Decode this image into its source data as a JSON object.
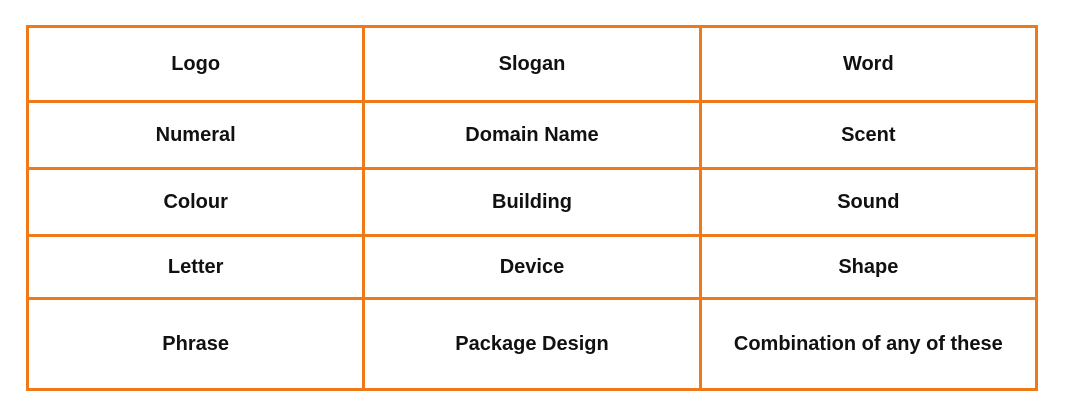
{
  "colors": {
    "border": "#F07A1A",
    "text": "#111111",
    "background": "#ffffff"
  },
  "table": {
    "rows": [
      [
        "Logo",
        "Slogan",
        "Word"
      ],
      [
        "Numeral",
        "Domain Name",
        "Scent"
      ],
      [
        "Colour",
        "Building",
        "Sound"
      ],
      [
        "Letter",
        "Device",
        "Shape"
      ],
      [
        "Phrase",
        "Package Design",
        "Combination of any of these"
      ]
    ]
  }
}
